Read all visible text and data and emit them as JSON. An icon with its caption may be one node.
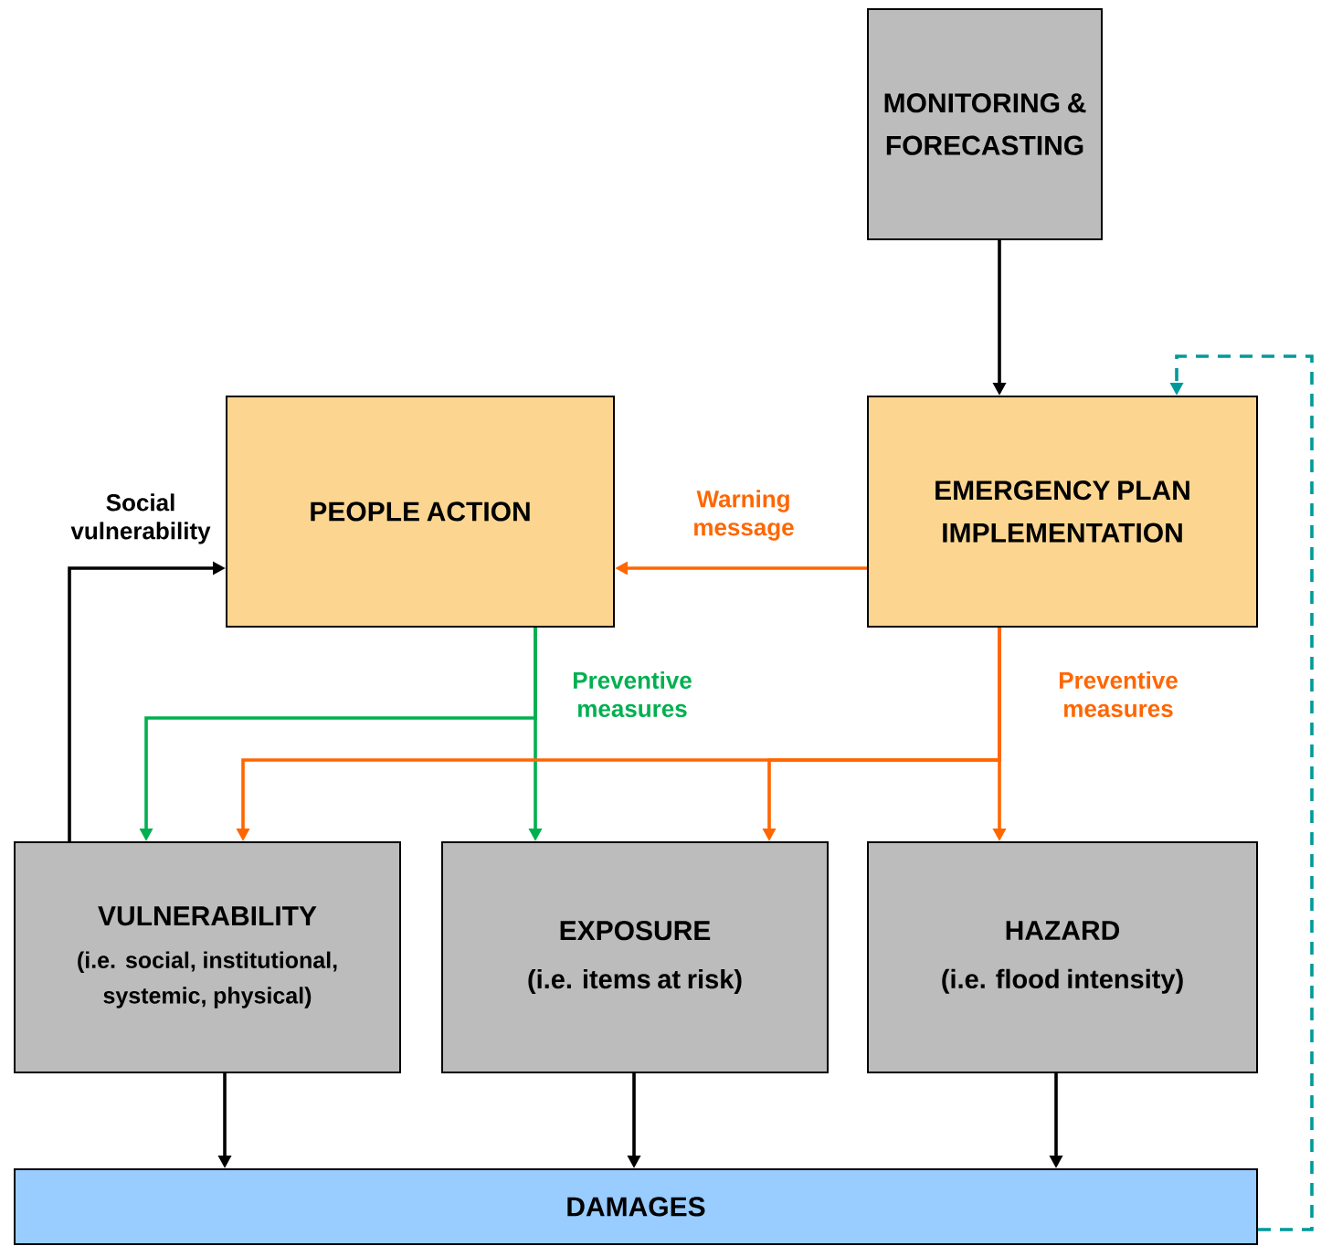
{
  "diagram": {
    "nodes": [
      {
        "text": [
          "MONITORING & FORECASTING"
        ]
      },
      {
        "text": [
          "EMERGENCY PLAN IMPLEMENTATION"
        ]
      },
      {
        "text": [
          "PEOPLE ACTION"
        ]
      },
      {
        "text": [
          "VULNERABILITY",
          "(i.e. social, institutional, systemic, physical)"
        ]
      },
      {
        "text": [
          "EXPOSURE",
          "(i.e. items at risk)"
        ]
      },
      {
        "text": [
          "HAZARD",
          "(i.e. flood intensity)"
        ]
      },
      {
        "text": [
          "DAMAGES"
        ]
      }
    ],
    "edges": [
      {
        "from": 0,
        "to": 1,
        "arrow": "to"
      },
      {
        "from": 1,
        "to": 2,
        "arrow": "to",
        "label": "Warning message",
        "color": "#ff6600"
      },
      {
        "from": 2,
        "to": 3,
        "arrow": "to",
        "color": "#00b050"
      },
      {
        "from": 2,
        "to": 4,
        "arrow": "to",
        "label": "Preventive measures",
        "color": "#00b050"
      },
      {
        "from": 1,
        "to": 3,
        "arrow": "to",
        "color": "#ff6600"
      },
      {
        "from": 1,
        "to": 4,
        "arrow": "to",
        "color": "#ff6600"
      },
      {
        "from": 1,
        "to": 5,
        "arrow": "to",
        "label": "Preventive measures",
        "color": "#ff6600"
      },
      {
        "from": 3,
        "to": 2,
        "arrow": "to",
        "label": "Social vulnerability"
      },
      {
        "from": 3,
        "to": 6,
        "arrow": "to"
      },
      {
        "from": 4,
        "to": 6,
        "arrow": "to"
      },
      {
        "from": 5,
        "to": 6,
        "arrow": "to"
      },
      {
        "from": 6,
        "to": 1,
        "arrow": "to",
        "style": "dashed",
        "color": "#009999"
      }
    ]
  }
}
